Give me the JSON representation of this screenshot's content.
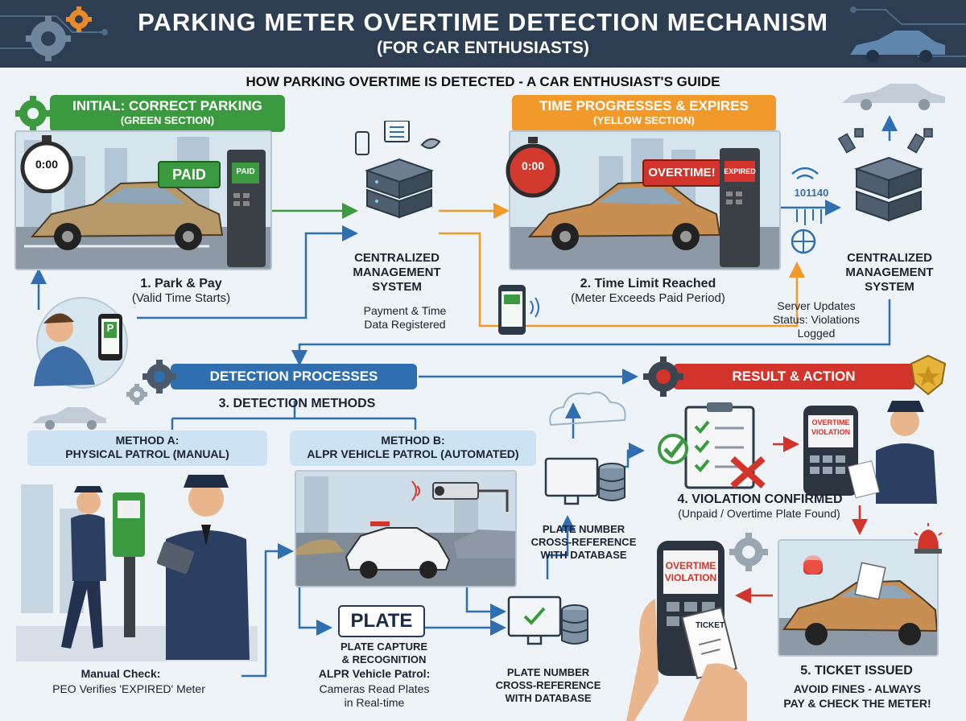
{
  "header": {
    "title": "PARKING METER OVERTIME DETECTION MECHANISM",
    "subtitle": "(FOR CAR ENTHUSIASTS)"
  },
  "guide_title": "HOW PARKING OVERTIME IS DETECTED - A CAR ENTHUSIAST'S GUIDE",
  "initial": {
    "title": "INITIAL: CORRECT PARKING",
    "section": "(GREEN SECTION)",
    "timer": "0:00",
    "paid_sign": "PAID",
    "meter_screen": "PAID",
    "phone_badge": "P",
    "step_title": "1. Park & Pay",
    "step_desc": "(Valid Time Starts)"
  },
  "cms1": {
    "title_l1": "CENTRALIZED",
    "title_l2": "MANAGEMENT",
    "title_l3": "SYSTEM",
    "desc_l1": "Payment & Time",
    "desc_l2": "Data Registered"
  },
  "expires": {
    "title": "TIME PROGRESSES & EXPIRES",
    "section": "(YELLOW SECTION)",
    "timer": "0:00",
    "overtime_sign": "OVERTIME!",
    "meter_screen": "EXPIRED",
    "step_title": "2. Time Limit Reached",
    "step_desc": "(Meter Exceeds Paid Period)"
  },
  "cms2": {
    "binary": "101140",
    "title_l1": "CENTRALIZED",
    "title_l2": "MANAGEMENT",
    "title_l3": "SYSTEM",
    "desc_l1": "Server Updates",
    "desc_l2": "Status: Violations",
    "desc_l3": "Logged"
  },
  "detection": {
    "banner": "DETECTION PROCESSES",
    "methods_title": "3. DETECTION METHODS",
    "method_a_l1": "METHOD A:",
    "method_a_l2": "PHYSICAL PATROL (MANUAL)",
    "method_b_l1": "METHOD B:",
    "method_b_l2": "ALPR VEHICLE PATROL (AUTOMATED)",
    "manual_title": "Manual Check:",
    "manual_desc": "PEO Verifies 'EXPIRED' Meter",
    "plate_text": "PLATE",
    "capture_l1": "PLATE CAPTURE",
    "capture_l2": "& RECOGNITION",
    "alpr_title": "ALPR Vehicle Patrol:",
    "alpr_l1": "Cameras Read Plates",
    "alpr_l2": "in Real-time",
    "xref_upper_l1": "PLATE NUMBER",
    "xref_upper_l2": "CROSS-REFERENCE",
    "xref_upper_l3": "WITH DATABASE",
    "xref_lower_l1": "PLATE NUMBER",
    "xref_lower_l2": "CROSS-REFERENCE",
    "xref_lower_l3": "WITH DATABASE"
  },
  "result": {
    "banner": "RESULT & ACTION",
    "device_l1": "OVERTIME",
    "device_l2": "VIOLATION",
    "confirmed_title": "4. VIOLATION CONFIRMED",
    "confirmed_desc": "(Unpaid / Overtime Plate Found)",
    "handheld_l1": "OVERTIME",
    "handheld_l2": "VIOLATION",
    "ticket_word": "TICKET",
    "ticket_title": "5. TICKET ISSUED",
    "advice_l1": "AVOID FINES - ALWAYS",
    "advice_l2": "PAY & CHECK THE METER!"
  },
  "colors": {
    "header_bg": "#2d3e52",
    "green": "#3b9a3f",
    "orange": "#ef9a2a",
    "blue": "#2f6fb0",
    "red": "#d2342c"
  },
  "icons": [
    "gear-icon",
    "car-silhouette-icon",
    "server-icon",
    "phone-icon",
    "satellite-dish-icon",
    "satellite-icon",
    "wifi-icon",
    "globe-icon",
    "cloud-icon",
    "camera-icon",
    "database-icon",
    "monitor-icon",
    "clipboard-checklist-icon",
    "police-badge-icon",
    "siren-icon",
    "stopwatch-icon"
  ]
}
